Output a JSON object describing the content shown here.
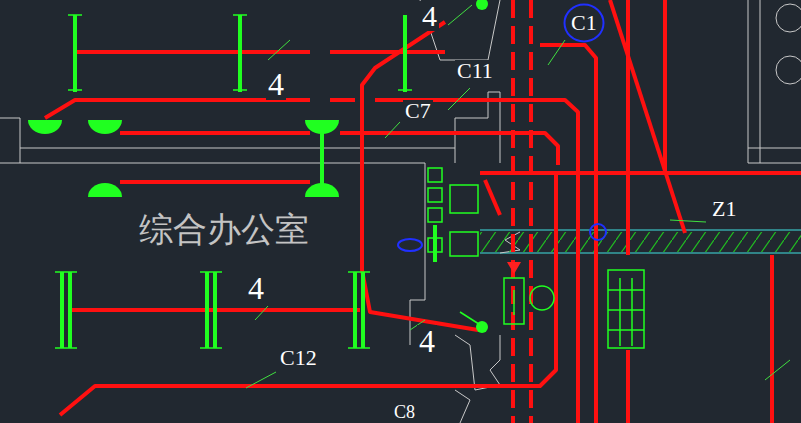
{
  "diagram": {
    "nodes": [
      {
        "text": [
          "C1"
        ]
      }
    ],
    "labels": [
      "4",
      "C11",
      "4",
      "C7",
      "综合办公室",
      "Z1",
      "4",
      "4",
      "C12",
      "C8"
    ]
  }
}
